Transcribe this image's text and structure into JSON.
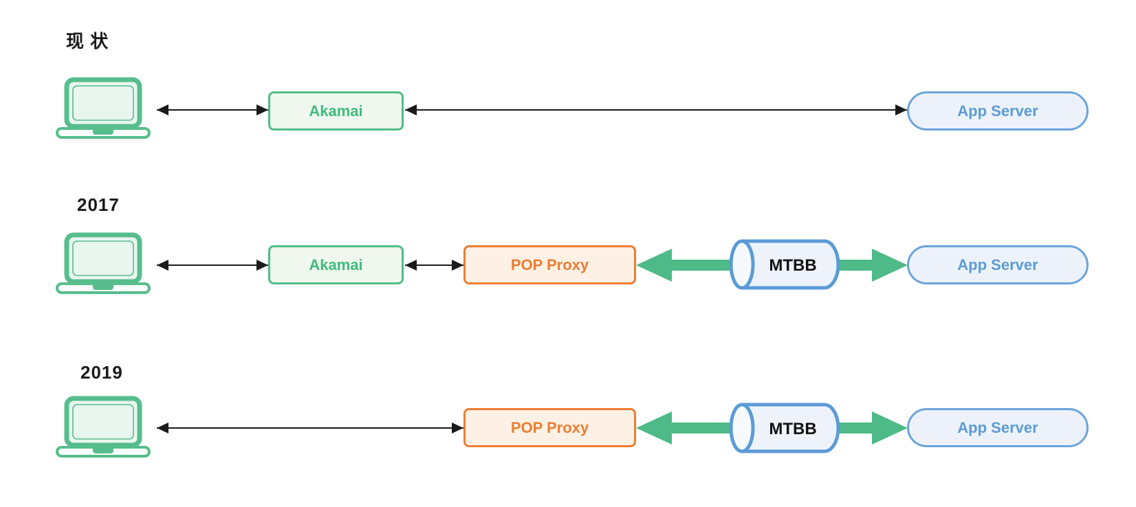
{
  "rows": [
    {
      "label": "现 状",
      "nodes": {
        "laptop": "laptop",
        "akamai": "Akamai",
        "app_server": "App Server"
      }
    },
    {
      "label": "2017",
      "nodes": {
        "laptop": "laptop",
        "akamai": "Akamai",
        "pop_proxy": "POP Proxy",
        "mtbb": "MTBB",
        "app_server": "App Server"
      }
    },
    {
      "label": "2019",
      "nodes": {
        "laptop": "laptop",
        "pop_proxy": "POP Proxy",
        "mtbb": "MTBB",
        "app_server": "App Server"
      }
    }
  ],
  "icons": {
    "client": "laptop-icon",
    "tunnel": "mtbb-cylinder-icon",
    "thin_link": "bidirectional-arrow",
    "tunnel_flow": "thick-green-arrow"
  },
  "colors": {
    "green": "#4dba87",
    "green_border": "#4fbd88",
    "green_fill": "#eff7ee",
    "laptop_green": "#57bd8c",
    "orange": "#ed7d31",
    "orange_fill": "#fdf1e5",
    "blue": "#5b9bd5",
    "blue_fill": "#edf2fa",
    "arrow_black": "#1a1a1a"
  }
}
